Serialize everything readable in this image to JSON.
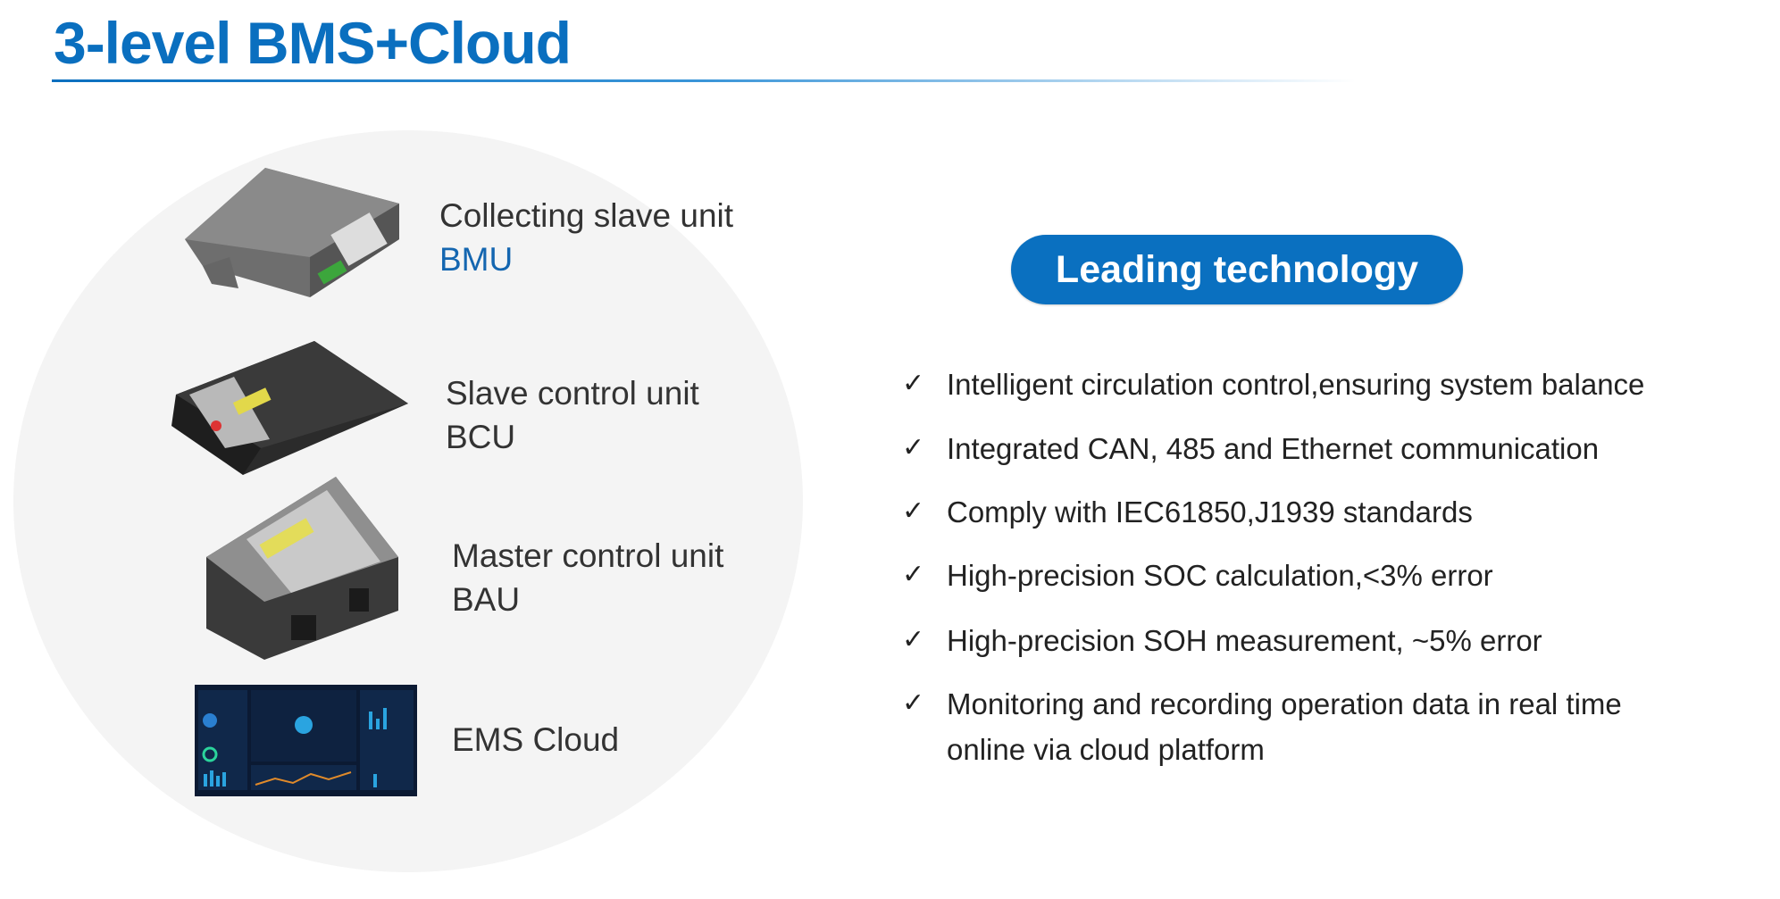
{
  "title": "3-level BMS+Cloud",
  "units": [
    {
      "name": "Collecting slave unit",
      "code": "BMU"
    },
    {
      "name": "Slave control unit",
      "code": "BCU"
    },
    {
      "name": "Master control unit",
      "code": "BAU"
    },
    {
      "name": "EMS Cloud"
    }
  ],
  "badge": "Leading technology",
  "features": [
    "Intelligent circulation control,ensuring system balance",
    "Integrated CAN, 485 and Ethernet communication",
    "Comply with IEC61850,J1939 standards",
    "High-precision SOC calculation,<3% error",
    "High-precision SOH measurement, ~5% error",
    "Monitoring and recording operation data in real time",
    "online via cloud platform"
  ],
  "check_icon": "✓",
  "colors": {
    "accent": "#0a70c0",
    "title": "#0a6fbf"
  }
}
